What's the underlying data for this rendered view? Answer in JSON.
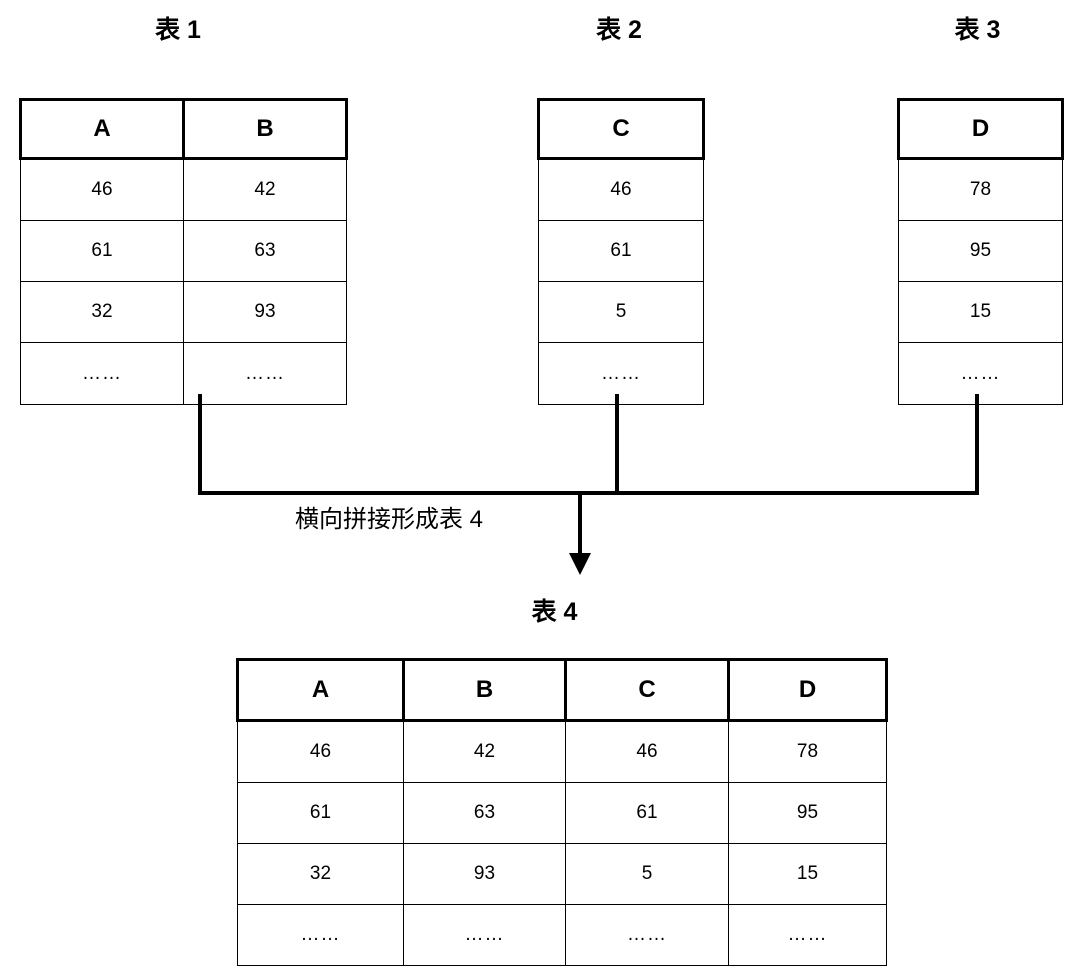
{
  "diagram": {
    "flow_label": "横向拼接形成表 4",
    "ellipsis": "……",
    "tables": {
      "t1": {
        "title": "表 1",
        "columns": [
          "A",
          "B"
        ],
        "rows": [
          [
            "46",
            "42"
          ],
          [
            "61",
            "63"
          ],
          [
            "32",
            "93"
          ],
          [
            "……",
            "……"
          ]
        ]
      },
      "t2": {
        "title": "表 2",
        "columns": [
          "C"
        ],
        "rows": [
          [
            "46"
          ],
          [
            "61"
          ],
          [
            "5"
          ],
          [
            "……"
          ]
        ]
      },
      "t3": {
        "title": "表 3",
        "columns": [
          "D"
        ],
        "rows": [
          [
            "78"
          ],
          [
            "95"
          ],
          [
            "15"
          ],
          [
            "……"
          ]
        ]
      },
      "t4": {
        "title": "表 4",
        "columns": [
          "A",
          "B",
          "C",
          "D"
        ],
        "rows": [
          [
            "46",
            "42",
            "46",
            "78"
          ],
          [
            "61",
            "63",
            "61",
            "95"
          ],
          [
            "32",
            "93",
            "5",
            "15"
          ],
          [
            "……",
            "……",
            "……",
            "……"
          ]
        ]
      }
    }
  },
  "colors": {
    "stroke": "#000000",
    "background": "#ffffff"
  }
}
